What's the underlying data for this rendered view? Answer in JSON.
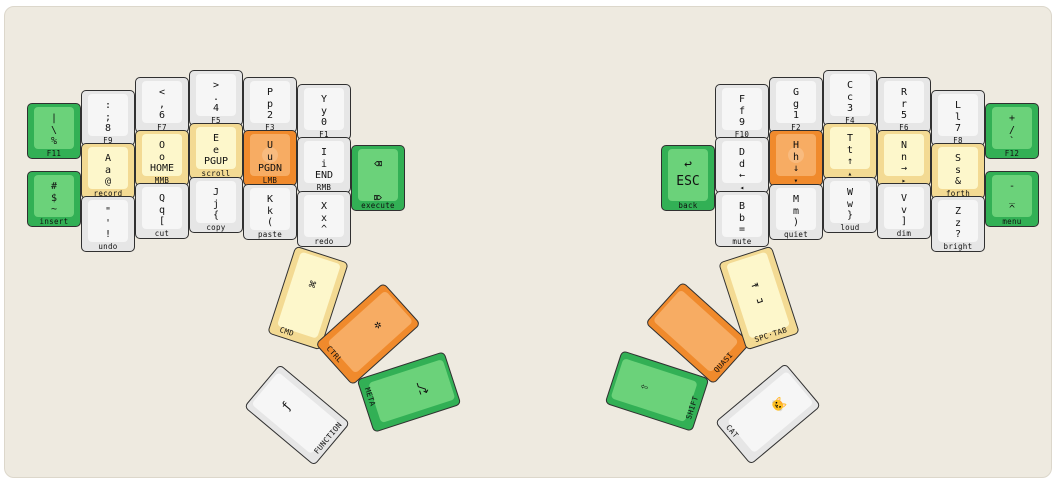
{
  "left_keys": [
    {
      "id": "l-c0-r0",
      "label": "|\n\\\n%",
      "sub": "F11",
      "color": "green"
    },
    {
      "id": "l-c0-r1",
      "label": "#\n$\n~",
      "sub": "insert",
      "color": "green"
    },
    {
      "id": "l-c1-r0",
      "label": ":\n;\n8",
      "sub": "F9",
      "color": "white"
    },
    {
      "id": "l-c1-r1",
      "label": "A\na\n@",
      "sub": "record",
      "color": "cream"
    },
    {
      "id": "l-c1-r2",
      "label": "\"\n'\n!",
      "sub": "undo",
      "color": "white"
    },
    {
      "id": "l-c2-r0",
      "label": "<\n,\n6",
      "sub": "F7",
      "color": "white"
    },
    {
      "id": "l-c2-r1",
      "label": "O\no\nHOME",
      "sub": "MMB",
      "color": "cream"
    },
    {
      "id": "l-c2-r2",
      "label": "Q\nq\n[",
      "sub": "cut",
      "color": "white"
    },
    {
      "id": "l-c3-r0",
      "label": ">\n.\n4",
      "sub": "F5",
      "color": "white"
    },
    {
      "id": "l-c3-r1",
      "label": "E\ne\nPGUP",
      "sub": "scroll",
      "color": "cream"
    },
    {
      "id": "l-c3-r2",
      "label": "J\nj\n{",
      "sub": "copy",
      "color": "white"
    },
    {
      "id": "l-c4-r0",
      "label": "P\np\n2",
      "sub": "F3",
      "color": "white"
    },
    {
      "id": "l-c4-r1",
      "label": "U\nu\nPGDN",
      "sub": "LMB",
      "color": "orange"
    },
    {
      "id": "l-c4-r2",
      "label": "K\nk\n(",
      "sub": "paste",
      "color": "white"
    },
    {
      "id": "l-c5-r0",
      "label": "Y\ny\n0",
      "sub": "F1",
      "color": "white"
    },
    {
      "id": "l-c5-r1",
      "label": "I\ni\nEND",
      "sub": "RMB",
      "color": "white"
    },
    {
      "id": "l-c5-r2",
      "label": "X\nx\n^",
      "sub": "redo",
      "color": "white"
    },
    {
      "id": "l-c6",
      "label": "⌫\n\n⌦",
      "sub": "execute",
      "color": "green"
    }
  ],
  "right_keys": [
    {
      "id": "r-c0",
      "label": "↩\nESC",
      "sub": "back",
      "color": "green"
    },
    {
      "id": "r-c1-r0",
      "label": "F\nf\n9",
      "sub": "F10",
      "color": "white"
    },
    {
      "id": "r-c1-r1",
      "label": "D\nd\n←",
      "sub": "◂",
      "color": "white"
    },
    {
      "id": "r-c1-r2",
      "label": "B\nb\n=",
      "sub": "mute",
      "color": "white"
    },
    {
      "id": "r-c2-r0",
      "label": "G\ng\n1",
      "sub": "F2",
      "color": "white"
    },
    {
      "id": "r-c2-r1",
      "label": "H\nh\n↓",
      "sub": "▾",
      "color": "orange"
    },
    {
      "id": "r-c2-r2",
      "label": "M\nm\n)",
      "sub": "quiet",
      "color": "white"
    },
    {
      "id": "r-c3-r0",
      "label": "C\nc\n3",
      "sub": "F4",
      "color": "white"
    },
    {
      "id": "r-c3-r1",
      "label": "T\nt\n↑",
      "sub": "▴",
      "color": "cream"
    },
    {
      "id": "r-c3-r2",
      "label": "W\nw\n}",
      "sub": "loud",
      "color": "white"
    },
    {
      "id": "r-c4-r0",
      "label": "R\nr\n5",
      "sub": "F6",
      "color": "white"
    },
    {
      "id": "r-c4-r1",
      "label": "N\nn\n→",
      "sub": "▸",
      "color": "cream"
    },
    {
      "id": "r-c4-r2",
      "label": "V\nv\n]",
      "sub": "dim",
      "color": "white"
    },
    {
      "id": "r-c5-r0",
      "label": "L\nl\n7",
      "sub": "F8",
      "color": "white"
    },
    {
      "id": "r-c5-r1",
      "label": "S\ns\n&",
      "sub": "forth",
      "color": "cream"
    },
    {
      "id": "r-c5-r2",
      "label": "Z\nz\n?",
      "sub": "bright",
      "color": "white"
    },
    {
      "id": "r-c6-r0",
      "label": "+\n/\n`",
      "sub": "F12",
      "color": "green"
    },
    {
      "id": "r-c6-r1",
      "label": "-\n_\n^",
      "sub": "menu",
      "color": "green"
    }
  ],
  "thumb_keys": [
    {
      "id": "t-cmd",
      "label": "⌘",
      "sub": "CMD",
      "color": "cream"
    },
    {
      "id": "t-ctrl",
      "label": "✲",
      "sub": "CTRL",
      "color": "orange"
    },
    {
      "id": "t-meta",
      "label": "⎇",
      "sub": "META",
      "color": "green"
    },
    {
      "id": "t-function",
      "label": "ƒ",
      "sub": "FUNCTION",
      "color": "white"
    },
    {
      "id": "t-shift",
      "label": "⇧",
      "sub": "SHIFT",
      "color": "green"
    },
    {
      "id": "t-quasi",
      "label": "",
      "sub": "QUASI",
      "color": "orange"
    },
    {
      "id": "t-spctab",
      "label": "⇥\n␣",
      "sub": "SPC·TAB",
      "color": "cream"
    },
    {
      "id": "t-cat",
      "label": "🐱",
      "sub": "CAT",
      "color": "white"
    }
  ]
}
